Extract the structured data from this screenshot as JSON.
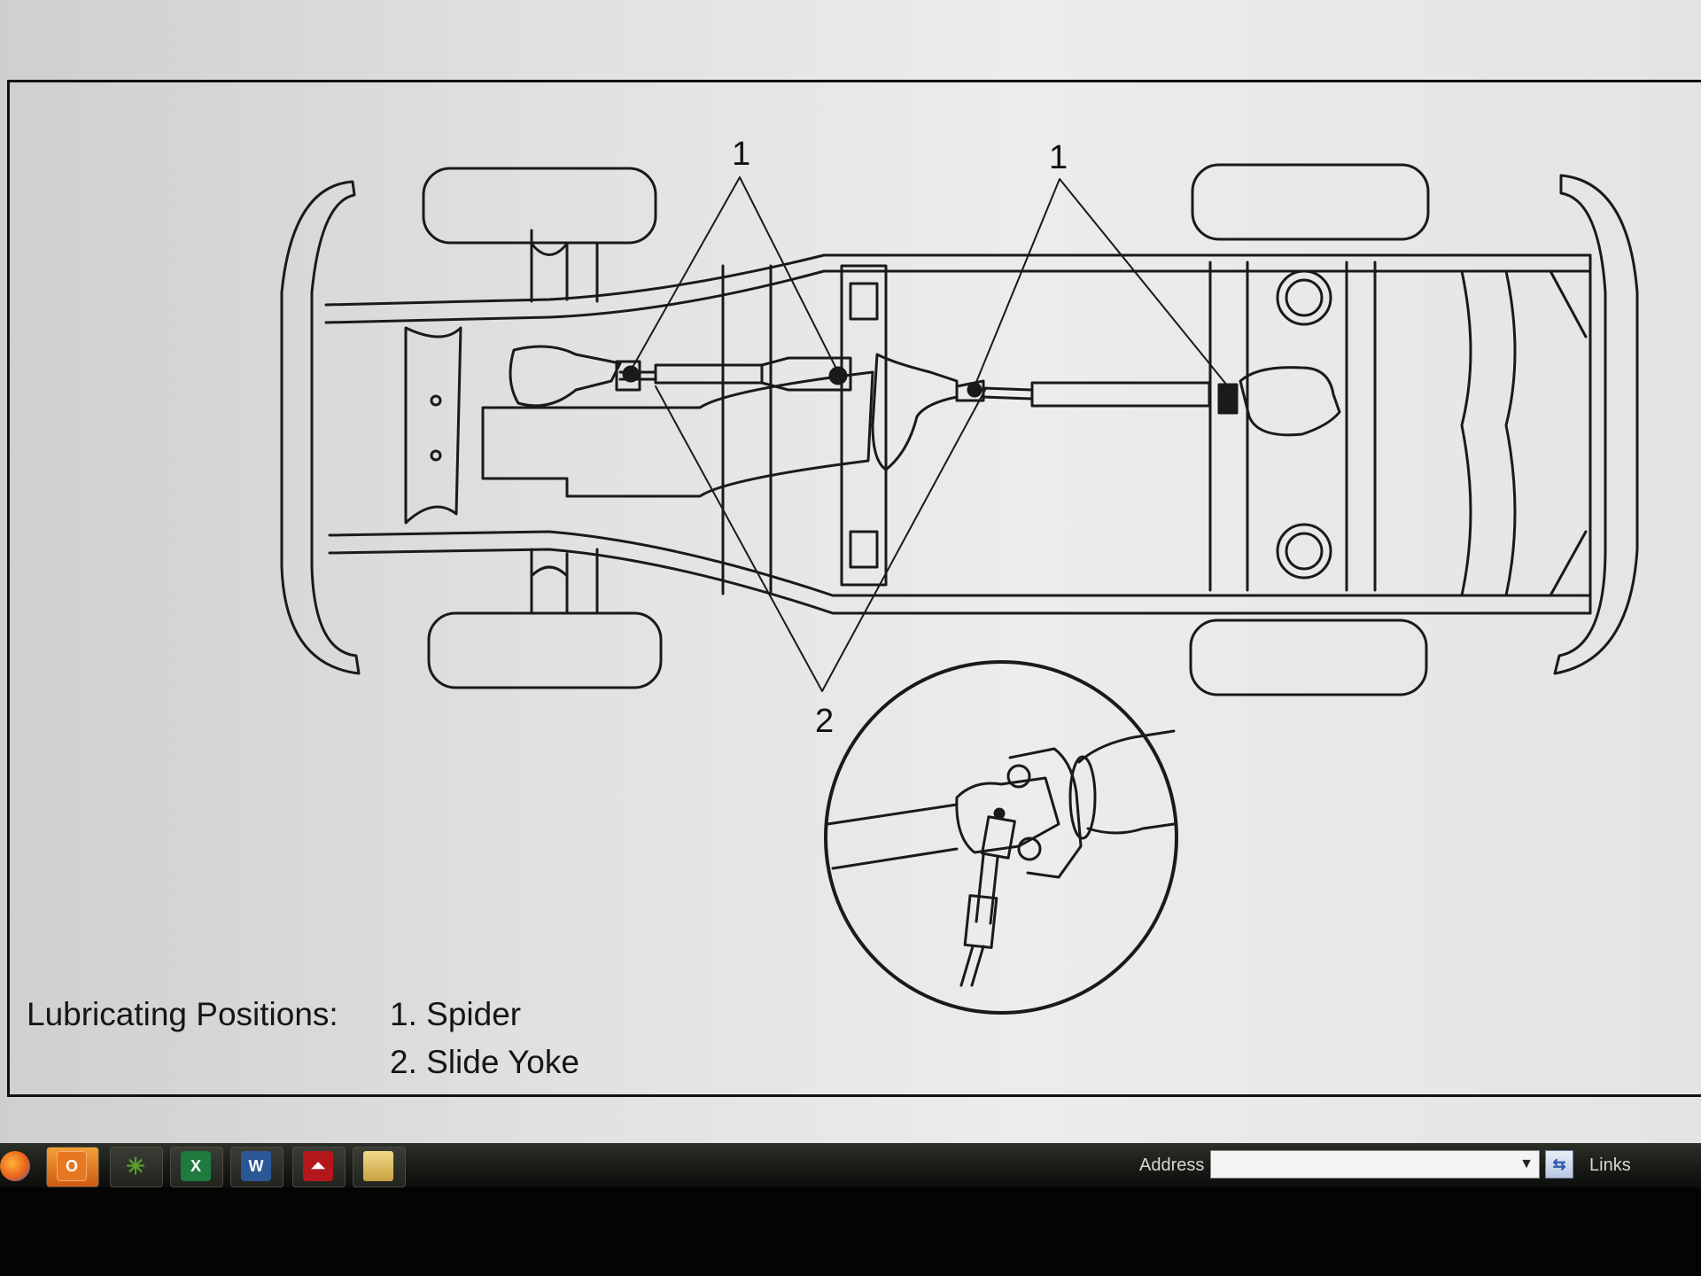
{
  "document": {
    "callouts": {
      "spider_front": "1",
      "spider_rear": "1",
      "slide_yoke": "2"
    },
    "legend": {
      "heading": "Lubricating Positions:",
      "item1": "1. Spider",
      "item2": "2. Slide Yoke"
    }
  },
  "taskbar": {
    "icons": [
      {
        "name": "firefox-icon",
        "color": "#e8641b"
      },
      {
        "name": "outlook-icon",
        "text": "O",
        "color": "#e87722"
      },
      {
        "name": "green-app-icon",
        "color": "#5aa02c"
      },
      {
        "name": "excel-icon",
        "text": "X",
        "color": "#1f7a3f"
      },
      {
        "name": "word-icon",
        "text": "W",
        "color": "#2b5797"
      },
      {
        "name": "acrobat-icon",
        "color": "#b3171c"
      },
      {
        "name": "folder-icon",
        "color": "#d9b860"
      }
    ],
    "address_label": "Address",
    "address_value": "",
    "links_label": "Links"
  }
}
